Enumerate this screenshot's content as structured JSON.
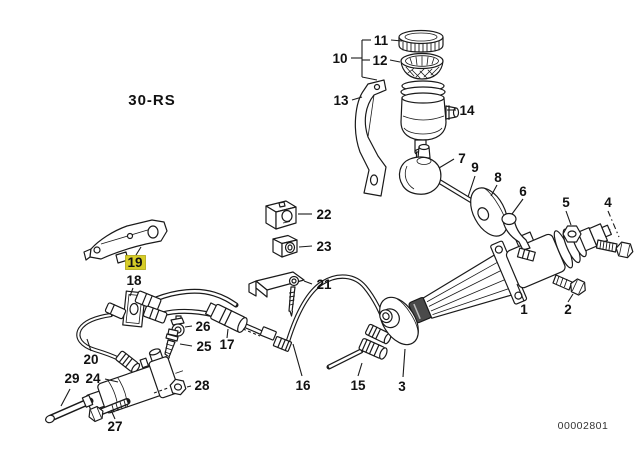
{
  "section_code": "30-RS",
  "diagram_number": "00002801",
  "highlight": {
    "part": "19",
    "color": "#d7cd28",
    "border": "#b0a512"
  },
  "colors": {
    "line": "#1a1a1a",
    "background": "#ffffff"
  },
  "callouts": {
    "p1": "1",
    "p2": "2",
    "p3": "3",
    "p4": "4",
    "p5": "5",
    "p6": "6",
    "p7": "7",
    "p8": "8",
    "p9": "9",
    "p10": "10",
    "p11": "11",
    "p12": "12",
    "p13": "13",
    "p14": "14",
    "p15": "15",
    "p16": "16",
    "p17": "17",
    "p18": "18",
    "p19": "19",
    "p20": "20",
    "p21": "21",
    "p22": "22",
    "p23": "23",
    "p24": "24",
    "p25": "25",
    "p26": "26",
    "p27": "27",
    "p28": "28",
    "p29": "29"
  }
}
